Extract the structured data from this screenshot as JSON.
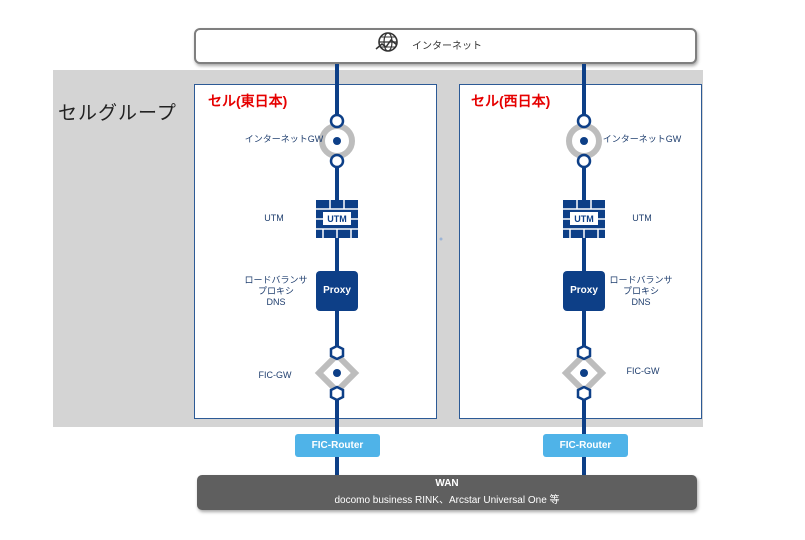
{
  "internet": {
    "label": "インターネット"
  },
  "cell_group": {
    "label": "セルグループ"
  },
  "cells": [
    {
      "title": "セル(東日本)",
      "internet_gw": "インターネットGW",
      "utm": "UTM",
      "utm_icon_text": "UTM",
      "lb_lines": [
        "ロードバランサ",
        "プロキシ",
        "DNS"
      ],
      "proxy": "Proxy",
      "fic_gw": "FIC-GW",
      "fic_router": "FIC-Router"
    },
    {
      "title": "セル(西日本)",
      "internet_gw": "インターネットGW",
      "utm": "UTM",
      "utm_icon_text": "UTM",
      "lb_lines": [
        "ロードバランサ",
        "プロキシ",
        "DNS"
      ],
      "proxy": "Proxy",
      "fic_gw": "FIC-GW",
      "fic_router": "FIC-Router"
    }
  ],
  "wan": {
    "title": "WAN",
    "subtitle": "docomo business RINK、Arcstar Universal One 等"
  },
  "colors": {
    "line": "#0d3f87",
    "cell_title": "#e60000",
    "fic_router": "#4fb3e8",
    "wan": "#5f5f5f",
    "group_bg": "#d4d4d4"
  }
}
